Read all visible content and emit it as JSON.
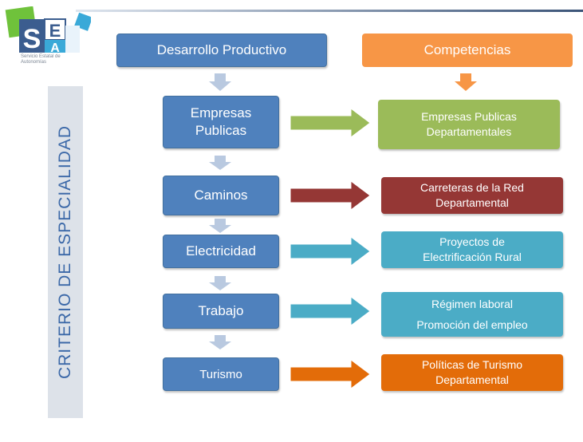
{
  "logo": {
    "letters": "SEA",
    "caption": "Servicio Estatal de Autonomías"
  },
  "headers": {
    "left": "Desarrollo  Productivo",
    "right": "Competencias"
  },
  "sidebar_label": "CRITERIO DE ESPECIALIDAD",
  "rows": [
    {
      "left": "Empresas\nPublicas",
      "right": "Empresas Publicas\nDepartamentales",
      "color": "#9bbb59"
    },
    {
      "left": "Caminos",
      "right": "Carreteras de la Red\nDepartamental",
      "color": "#953735"
    },
    {
      "left": "Electricidad",
      "right": "Proyectos de\nElectrificación Rural",
      "color": "#4bacc6"
    },
    {
      "left": "Trabajo",
      "right": "Régimen  laboral\nPromoción del empleo",
      "color": "#4bacc6"
    },
    {
      "left": "Turismo",
      "right": "Políticas de Turismo\nDepartamental",
      "color": "#e36c09"
    }
  ],
  "colors": {
    "primary_blue": "#4f81bd",
    "header_orange": "#f79646",
    "down_arrow": "#b9c9e0"
  },
  "icons": {
    "down_arrow": "down-arrow-icon",
    "right_arrow": "right-arrow-icon"
  }
}
